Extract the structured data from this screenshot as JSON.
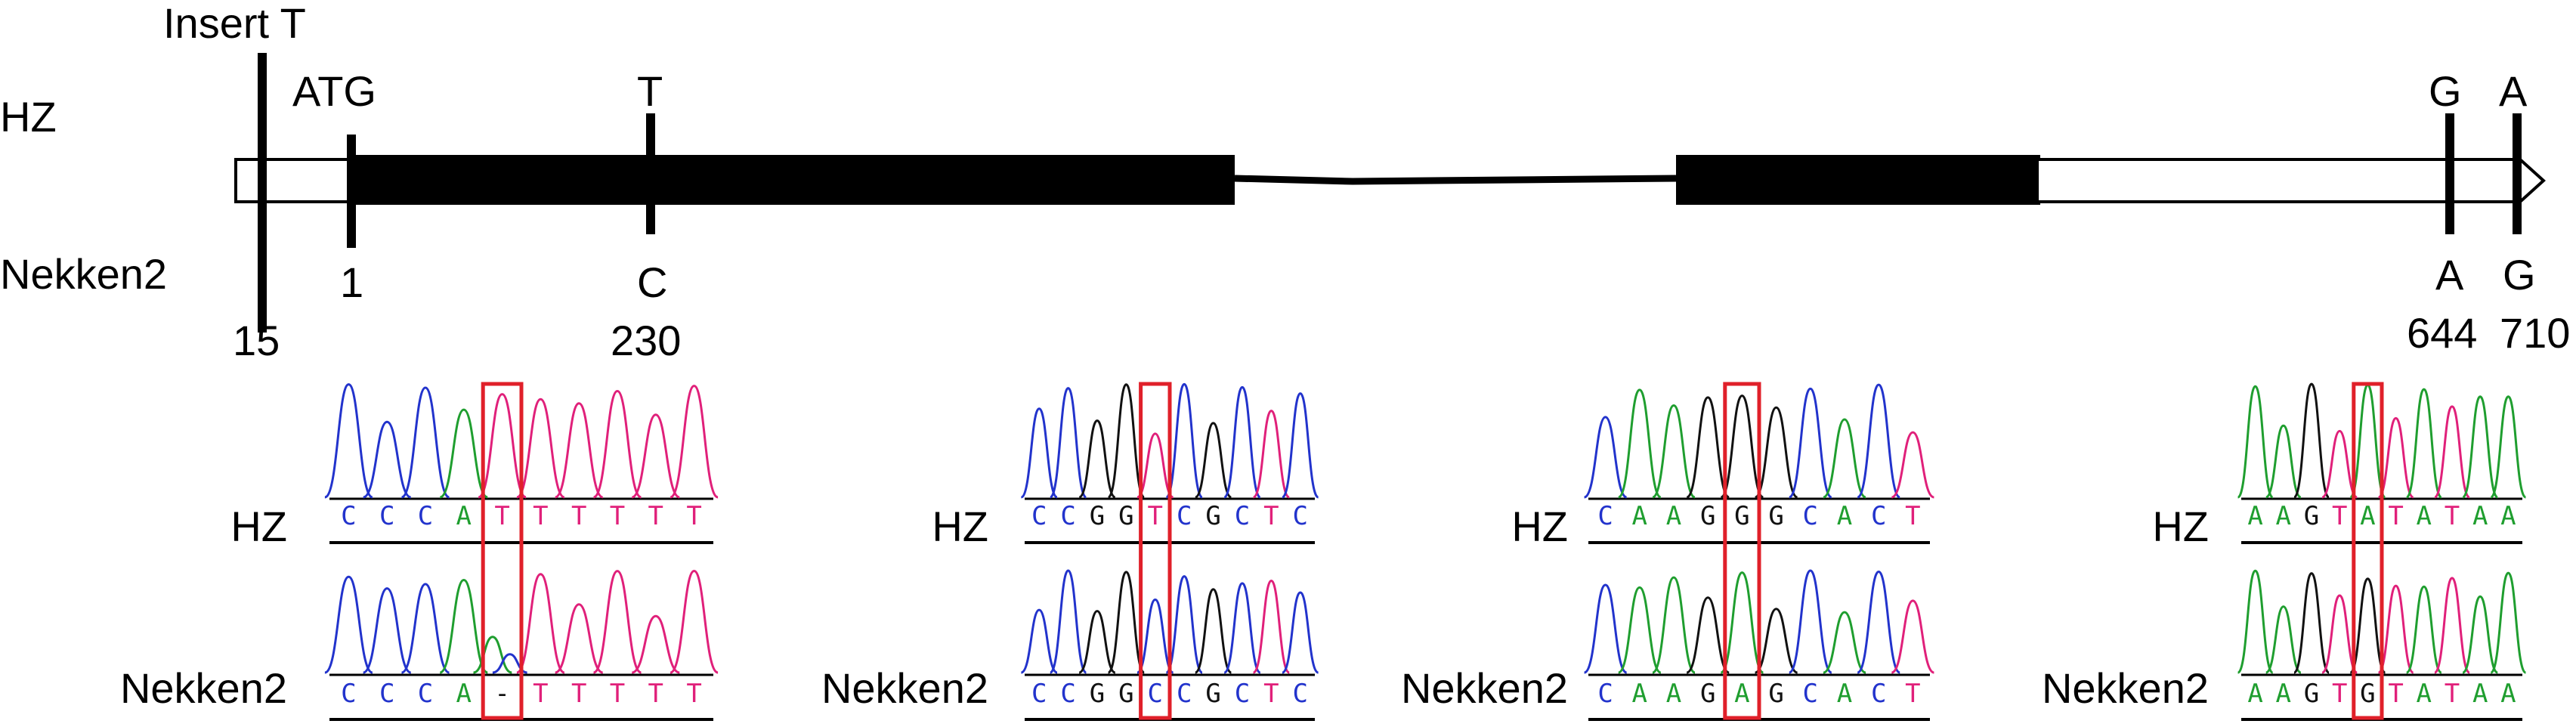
{
  "gene": {
    "top_labels": {
      "insert": "Insert T",
      "atg": "ATG",
      "t230": "T",
      "g644": "G",
      "a710": "A"
    },
    "hz_label": "HZ",
    "nekken_label": "Nekken2",
    "bottom_labels": {
      "pos15": "15",
      "pos1": "1",
      "c230": "C",
      "pos230": "230",
      "a644": "A",
      "pos644": "644",
      "g710": "G",
      "pos710": "710"
    }
  },
  "chromatograms": [
    {
      "hz_label": "HZ",
      "nekken_label": "Nekken2",
      "hz_bases": [
        "C",
        "C",
        "C",
        "A",
        "T",
        "T",
        "T",
        "T",
        "T",
        "T"
      ],
      "nekken_bases": [
        "C",
        "C",
        "C",
        "A",
        "-",
        "T",
        "T",
        "T",
        "T",
        "T"
      ],
      "highlight_index": 4
    },
    {
      "hz_label": "HZ",
      "nekken_label": "Nekken2",
      "hz_bases": [
        "C",
        "C",
        "G",
        "G",
        "T",
        "C",
        "G",
        "C",
        "T",
        "C"
      ],
      "nekken_bases": [
        "C",
        "C",
        "G",
        "G",
        "C",
        "C",
        "G",
        "C",
        "T",
        "C"
      ],
      "highlight_index": 4
    },
    {
      "hz_label": "HZ",
      "nekken_label": "Nekken2",
      "hz_bases": [
        "C",
        "A",
        "A",
        "G",
        "G",
        "G",
        "C",
        "A",
        "C",
        "T"
      ],
      "nekken_bases": [
        "C",
        "A",
        "A",
        "G",
        "A",
        "G",
        "C",
        "A",
        "C",
        "T"
      ],
      "highlight_index": 4
    },
    {
      "hz_label": "HZ",
      "nekken_label": "Nekken2",
      "hz_bases": [
        "A",
        "A",
        "G",
        "T",
        "A",
        "T",
        "A",
        "T",
        "A",
        "A"
      ],
      "nekken_bases": [
        "A",
        "A",
        "G",
        "T",
        "G",
        "T",
        "A",
        "T",
        "A",
        "A"
      ],
      "highlight_index": 4
    }
  ],
  "colors": {
    "A": "#1f9e2f",
    "C": "#2233cc",
    "G": "#111111",
    "T": "#e0207a",
    "gap": "#111111",
    "highlight": "#e0202a",
    "exon": "#000000"
  }
}
